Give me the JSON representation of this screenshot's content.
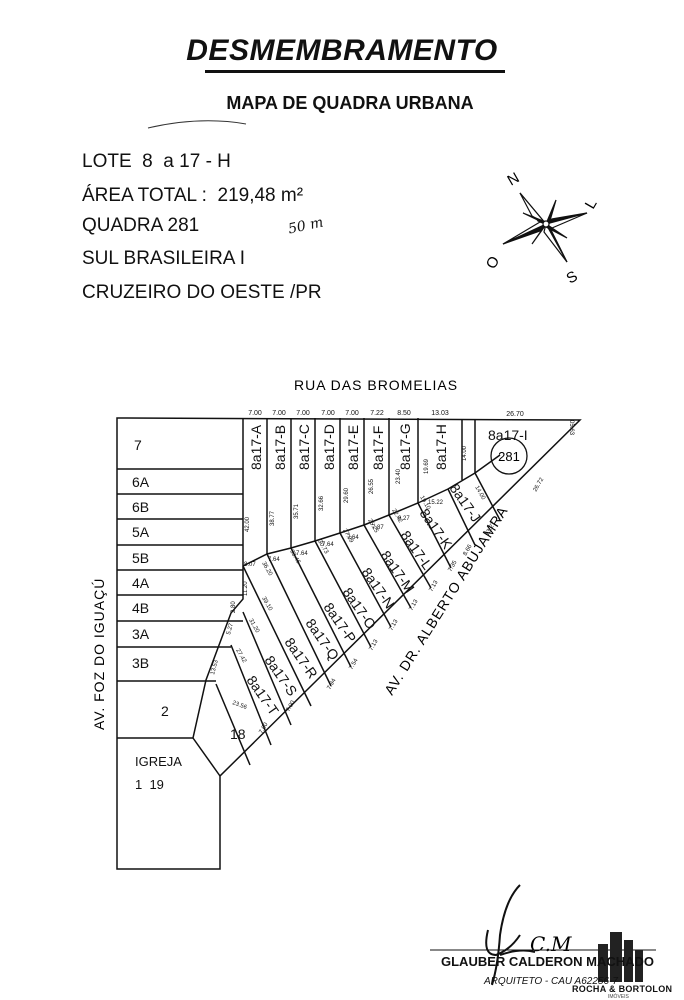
{
  "header": {
    "title": "DESMEMBRAMENTO",
    "subtitle": "MAPA DE QUADRA URBANA"
  },
  "info": {
    "lote": "LOTE  8  a 17 - H",
    "area": "ÁREA TOTAL :  219,48 m²",
    "quadra": "QUADRA 281",
    "bairro": "SUL BRASILEIRA I",
    "cidade": "CRUZEIRO DO OESTE /PR",
    "handwritten_note": "50 m"
  },
  "compass": {
    "n": "N",
    "s": "S",
    "l": "L",
    "o": "O"
  },
  "streets": {
    "top": "RUA DAS BROMELIAS",
    "left": "AV. FOZ DO IGUAÇÚ",
    "diagonal": "AV. DR. ALBERTO ABUJAMRA"
  },
  "lots_left": [
    "7",
    "6A",
    "6B",
    "5A",
    "5B",
    "4A",
    "4B",
    "3A",
    "3B",
    "2",
    "18"
  ],
  "igreja": {
    "label": "IGREJA",
    "numbers": "1  19"
  },
  "lots_vertical": [
    "8a17-A",
    "8a17-B",
    "8a17-C",
    "8a17-D",
    "8a17-E",
    "8a17-F",
    "8a17-G",
    "8a17-H"
  ],
  "lot_i": "8a17-I",
  "quadra_circle": "281",
  "lots_diagonal": [
    "8a17-J",
    "8a17-K",
    "8a17-L",
    "8a17-M",
    "8a17-N",
    "8a17-O",
    "8a17-P",
    "8a17-Q",
    "8a17-R",
    "8a17-S",
    "8a17-T"
  ],
  "dims_top": [
    "7.00",
    "7.00",
    "7.00",
    "7.00",
    "7.00",
    "7.22",
    "8.50",
    "13.03",
    "26.70"
  ],
  "dims_misc": [
    "05.63",
    "42.00",
    "38.77",
    "35.71",
    "32.66",
    "29.60",
    "26.55",
    "23.40",
    "19.69",
    "14.00",
    "8.07",
    "7.64",
    "7.64",
    "7.64",
    "7.64",
    "7.87",
    "9.27",
    "15.22",
    "14.00",
    "19.10",
    "22.42",
    "25.25",
    "27.99",
    "30.73",
    "33.46",
    "36.20",
    "39.10",
    "11.20",
    "2.80",
    "5.27",
    "31.20",
    "27.42",
    "13.53",
    "23.56",
    "7.00",
    "7.00",
    "7.94",
    "7.54",
    "7.13",
    "7.13",
    "7.13",
    "7.13",
    "7.35",
    "8.66",
    "13.27",
    "26.72"
  ],
  "signature": {
    "initials": "C.M",
    "name": "GLAUBER CALDERON MACHADO",
    "role": "ARQUITETO - CAU  A62256-7",
    "logo": "ROCHA & BORTOLON",
    "logo_sub": "IMÓVEIS"
  }
}
